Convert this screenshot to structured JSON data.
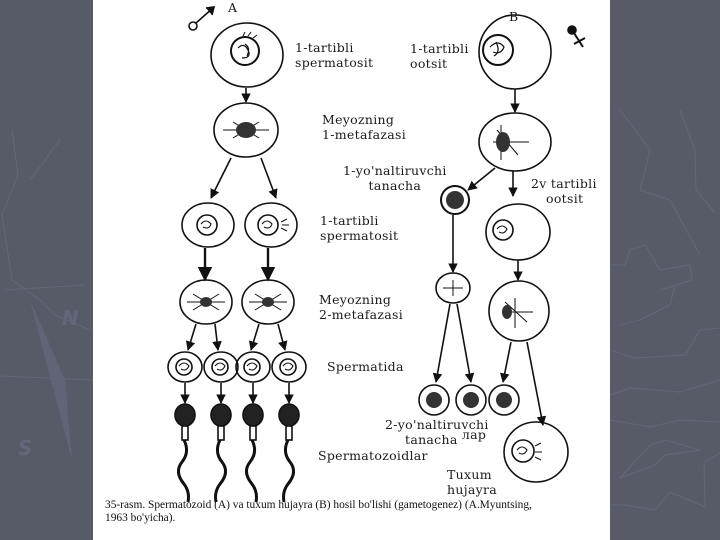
{
  "panel_labels": {
    "a": "A",
    "b": "B"
  },
  "sex_symbols": {
    "male": "male-symbol",
    "female": "female-symbol"
  },
  "labels": {
    "primary_spermatocyte": [
      "1-tartibli",
      "spermatosit"
    ],
    "primary_oocyte": [
      "1-tartibli",
      "ootsit"
    ],
    "meiosis1_metaphase": [
      "Meyozning",
      "1-metafazasi"
    ],
    "first_polar_body": [
      "1-yo'naltiruvchi",
      "tanacha"
    ],
    "secondary_oocyte": [
      "2v tartibli",
      "ootsit"
    ],
    "secondary_spermatocyte": [
      "1-tartibli",
      "spermatosit"
    ],
    "meiosis2_metaphase": [
      "Meyozning",
      "2-metafazasi"
    ],
    "spermatid": "Spermatida",
    "second_polar_bodies": [
      "2-yo'naltiruvchi",
      "tanacha",
      "лар"
    ],
    "spermatozoa": "Spermatozoidlar",
    "egg_cell": [
      "Tuxum",
      "hujayra"
    ]
  },
  "caption": {
    "line1": "35-rasm. Spermatozoid (A) va tuxum hujayra (B) hosil bo'lishi (gametogenez) (A.Myuntsing,",
    "line2": "1963  bo'yicha)."
  }
}
